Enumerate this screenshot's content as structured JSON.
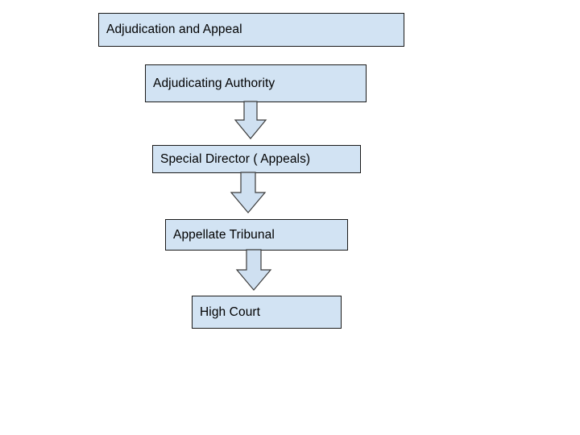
{
  "diagram": {
    "title": "Adjudication and Appeal",
    "type": "flowchart",
    "orientation": "vertical",
    "colors": {
      "node_fill": "#d2e3f3",
      "node_border": "#1a1a1a",
      "arrow_fill": "#cfe0f1",
      "arrow_border": "#3a3a3a",
      "background": "#ffffff",
      "text": "#000000"
    },
    "nodes": [
      {
        "id": "node-1",
        "label": "Adjudication and Appeal"
      },
      {
        "id": "node-2",
        "label": "Adjudicating Authority"
      },
      {
        "id": "node-3",
        "label": "Special Director ( Appeals)"
      },
      {
        "id": "node-4",
        "label": "Appellate Tribunal"
      },
      {
        "id": "node-5",
        "label": "High Court"
      }
    ],
    "connectors": [
      {
        "id": "connector-1",
        "from": "node-2",
        "to": "node-3",
        "shape": "down-arrow"
      },
      {
        "id": "connector-2",
        "from": "node-3",
        "to": "node-4",
        "shape": "down-arrow"
      },
      {
        "id": "connector-3",
        "from": "node-4",
        "to": "node-5",
        "shape": "down-arrow"
      }
    ]
  }
}
